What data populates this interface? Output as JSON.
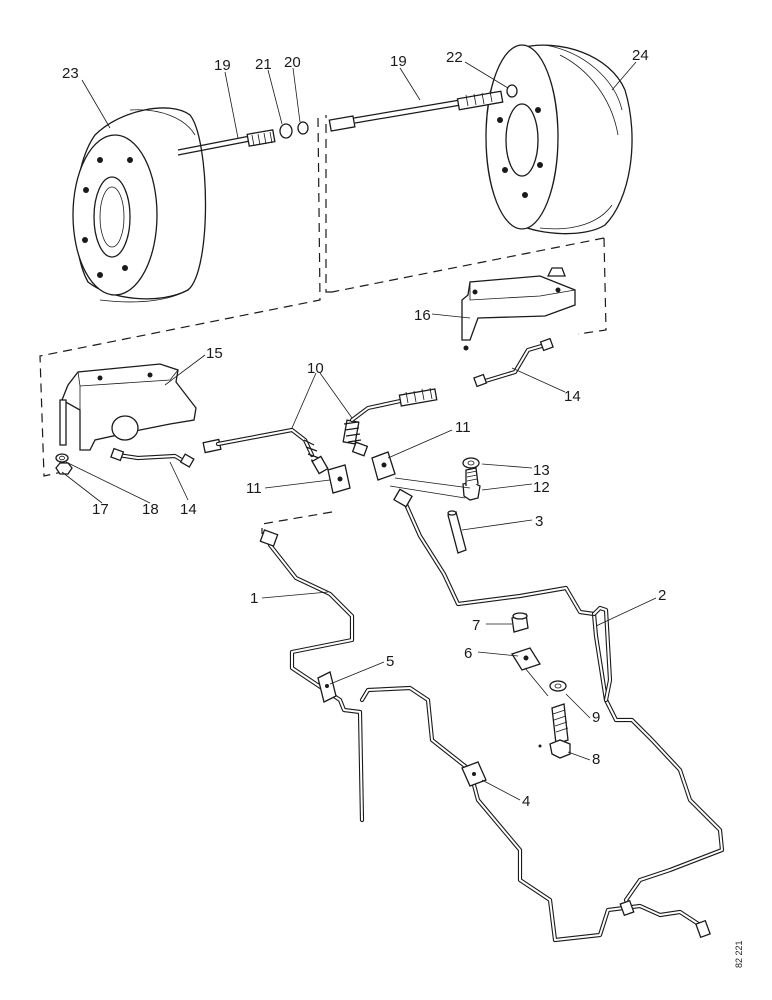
{
  "diagram": {
    "callouts": [
      {
        "id": "23",
        "label": "23"
      },
      {
        "id": "19a",
        "label": "19"
      },
      {
        "id": "21",
        "label": "21"
      },
      {
        "id": "20",
        "label": "20"
      },
      {
        "id": "19b",
        "label": "19"
      },
      {
        "id": "22",
        "label": "22"
      },
      {
        "id": "24",
        "label": "24"
      },
      {
        "id": "16",
        "label": "16"
      },
      {
        "id": "15",
        "label": "15"
      },
      {
        "id": "10",
        "label": "10"
      },
      {
        "id": "14a",
        "label": "14"
      },
      {
        "id": "11a",
        "label": "11"
      },
      {
        "id": "13",
        "label": "13"
      },
      {
        "id": "12",
        "label": "12"
      },
      {
        "id": "11b",
        "label": "11"
      },
      {
        "id": "14b",
        "label": "14"
      },
      {
        "id": "17",
        "label": "17"
      },
      {
        "id": "18",
        "label": "18"
      },
      {
        "id": "3",
        "label": "3"
      },
      {
        "id": "1",
        "label": "1"
      },
      {
        "id": "2",
        "label": "2"
      },
      {
        "id": "7",
        "label": "7"
      },
      {
        "id": "6",
        "label": "6"
      },
      {
        "id": "5",
        "label": "5"
      },
      {
        "id": "9",
        "label": "9"
      },
      {
        "id": "8",
        "label": "8"
      },
      {
        "id": "4",
        "label": "4"
      }
    ],
    "reference_code": "82 221"
  }
}
